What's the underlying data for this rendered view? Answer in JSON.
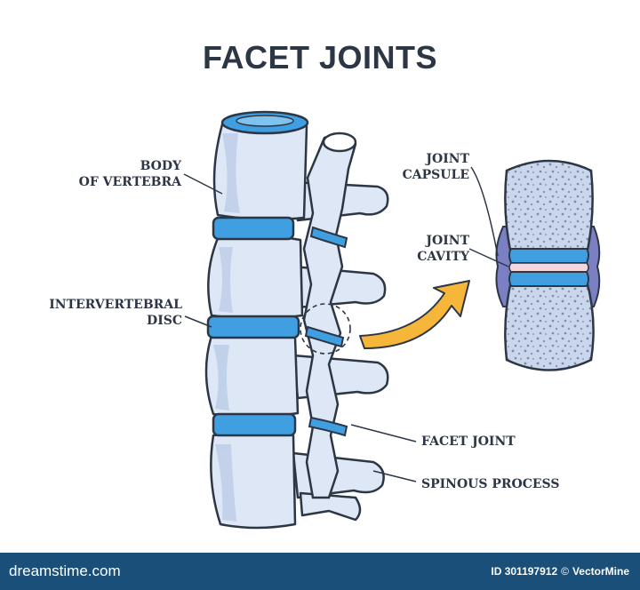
{
  "title": "FACET JOINTS",
  "labels": {
    "body_of_vertebra": [
      "BODY",
      "OF VERTEBRA"
    ],
    "intervertebral_disc": [
      "INTERVERTEBRAL",
      "DISC"
    ],
    "joint_capsule": [
      "JOINT",
      "CAPSULE"
    ],
    "joint_cavity": [
      "JOINT",
      "CAVITY"
    ],
    "facet_joint": "FACET JOINT",
    "spinous_process": "SPINOUS PROCESS"
  },
  "footer": {
    "brand": "dreamstime.com",
    "id_text": "ID 301197912",
    "author": "VectorMine"
  },
  "colors": {
    "bone": "#dde7f5",
    "bone_shadow": "#b8c9e6",
    "disc": "#3f9fe0",
    "outline": "#2d3645",
    "arrow": "#f5b63a",
    "capsule": "#7b7fc4",
    "cavity": "#f4d7dc",
    "footer": "#1a4f7a"
  }
}
